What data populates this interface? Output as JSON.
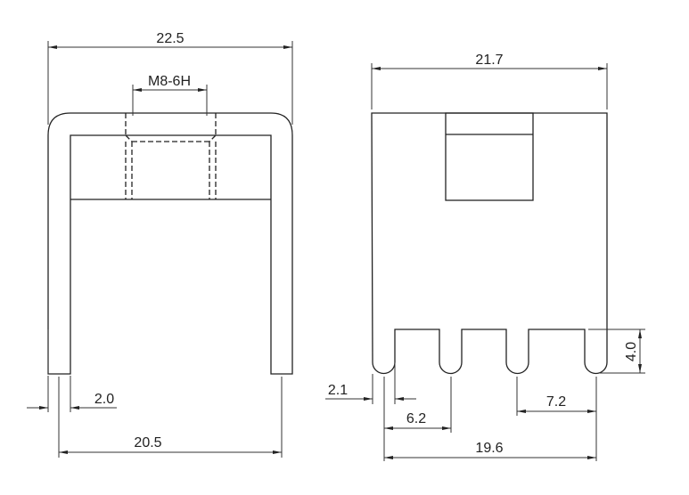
{
  "drawing": {
    "front_view": {
      "overall_width": "22.5",
      "thread": "M8-6H",
      "leg_thickness": "2.0",
      "leg_spacing": "20.5"
    },
    "side_view": {
      "overall_width": "21.7",
      "edge_offset": "2.1",
      "slot_pitch_1": "6.2",
      "slot_pitch_2": "7.2",
      "outer_slot_span": "19.6",
      "slot_depth": "4.0"
    },
    "line_color": "#222222"
  }
}
